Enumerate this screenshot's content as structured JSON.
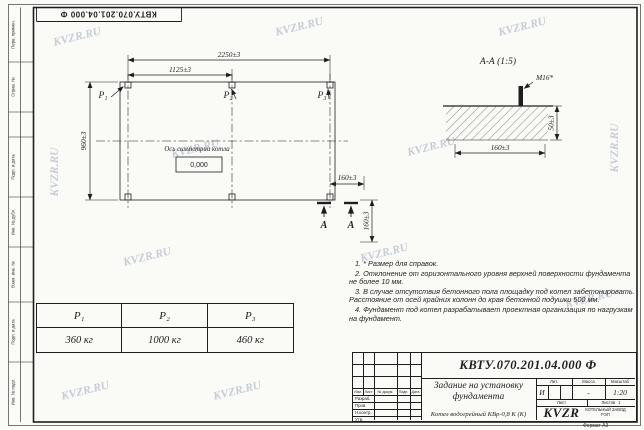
{
  "watermark": {
    "text": "KVZR.RU"
  },
  "margin": {
    "designation_rotated": "КВТУ.070.201.04.000  Ф",
    "side_labels": [
      "Перв. примен.",
      "Справ. №",
      "Подп. и дата",
      "Инв. № дубл.",
      "Взам. инв. №",
      "Подп. и дата",
      "Инв. № подл."
    ]
  },
  "plan": {
    "dim_total": "2250±3",
    "dim_half": "1125±3",
    "dim_height": "960±3",
    "dim_offset_h": "160±3",
    "dim_offset_v": "160±3",
    "axis_label": "Ось симметрии котла",
    "elevation": "0,000",
    "loads": [
      "Р₁",
      "Р₂",
      "Р₃"
    ],
    "section_letter": "А"
  },
  "section_view": {
    "title": "А-А (1:5)",
    "bolt_label": "М16*",
    "dim_width": "160±3",
    "dim_depth": "50±3"
  },
  "load_table": {
    "headers": [
      "Р₁",
      "Р₂",
      "Р₃"
    ],
    "values": [
      "360 кг",
      "1000 кг",
      "460 кг"
    ]
  },
  "notes": {
    "lines": [
      "1. * Размер для справок.",
      "2. Отклонение от горизонтального уровня верхней поверхности фундамента не более 10 мм.",
      "3. В случае отсутствия бетонного пола площадку под котел забетонировать. Расстояние от осей крайних колонн до края бетонной подушки 500 мм.",
      "4. Фундамент под котел разрабатывает проектная организация по нагрузкам на фундамент."
    ]
  },
  "title_block": {
    "designation": "КВТУ.070.201.04.000  Ф",
    "doc_title": "Задание на установку фундамента",
    "product": "Котел водогрейный КВр-0,8 К (К)",
    "header_cols": [
      "Изм.",
      "Лист",
      "№ докум.",
      "Подп.",
      "Дата"
    ],
    "sign_rows": [
      "Разраб.",
      "Пров.",
      "Н.контр.",
      "Утв."
    ],
    "lit_label": "Лит.",
    "mass_label": "Масса",
    "scale_label": "Масштаб",
    "lit_value": "И",
    "mass_value": "-",
    "scale_value": "1:20",
    "sheet_label": "Лист",
    "sheets_label": "Листов",
    "sheets_value": "1",
    "logo_text": "KVZR",
    "company": "КОТЕЛЬНЫЙ ЗАВОД РЭП",
    "format_note": "Формат А3"
  }
}
